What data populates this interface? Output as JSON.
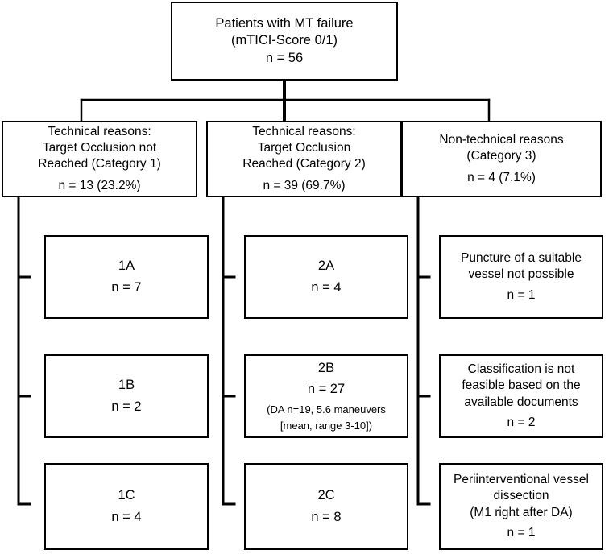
{
  "figure": {
    "type": "flowchart",
    "orientation": "top-down",
    "root": {
      "id": "root",
      "lines": [
        "Patients with MT failure",
        "(mTICI-Score 0/1)",
        "n = 56"
      ],
      "title": "Patients with MT failure",
      "subtitle": "(mTICI-Score 0/1)",
      "count_label": "n = 56",
      "n": 56
    },
    "categories": [
      {
        "id": "category-1",
        "lines": [
          "Technical reasons:",
          "Target Occlusion not",
          "Reached (Category 1)"
        ],
        "count_label": "n = 13 (23.2%)",
        "n": 13,
        "percent": "23.2%",
        "children": [
          {
            "id": "1A",
            "label": "1A",
            "count_label": "n = 7",
            "n": 7
          },
          {
            "id": "1B",
            "label": "1B",
            "count_label": "n = 2",
            "n": 2
          },
          {
            "id": "1C",
            "label": "1C",
            "count_label": "n = 4",
            "n": 4
          }
        ]
      },
      {
        "id": "category-2",
        "lines": [
          "Technical reasons:",
          "Target Occlusion",
          "Reached (Category 2)"
        ],
        "count_label": "n = 39 (69.7%)",
        "n": 39,
        "percent": "69.7%",
        "children": [
          {
            "id": "2A",
            "label": "2A",
            "count_label": "n = 4",
            "n": 4
          },
          {
            "id": "2B",
            "label": "2B",
            "count_label": "n = 27",
            "n": 27,
            "detail_line_1": "(DA n=19, 5.6 maneuvers",
            "detail_line_2": "[mean, range 3-10])"
          },
          {
            "id": "2C",
            "label": "2C",
            "count_label": "n = 8",
            "n": 8
          }
        ]
      },
      {
        "id": "category-3",
        "lines": [
          "Non-technical reasons",
          "(Category 3)"
        ],
        "count_label": "n = 4 (7.1%)",
        "n": 4,
        "percent": "7.1%",
        "children": [
          {
            "id": "reason-puncture",
            "line_1": "Puncture of a suitable",
            "line_2": "vessel not possible",
            "count_label": "n = 1",
            "n": 1
          },
          {
            "id": "reason-classification",
            "line_1": "Classification is not",
            "line_2": "feasible based on the",
            "line_3": "available documents",
            "count_label": "n = 2",
            "n": 2
          },
          {
            "id": "reason-dissection",
            "line_1": "Periinterventional vessel",
            "line_2": "dissection",
            "line_3": "(M1 right after DA)",
            "count_label": "n = 1",
            "n": 1
          }
        ]
      }
    ],
    "style": {
      "stroke_color": "#000000",
      "background_color": "#ffffff",
      "text_color": "#000000"
    }
  }
}
